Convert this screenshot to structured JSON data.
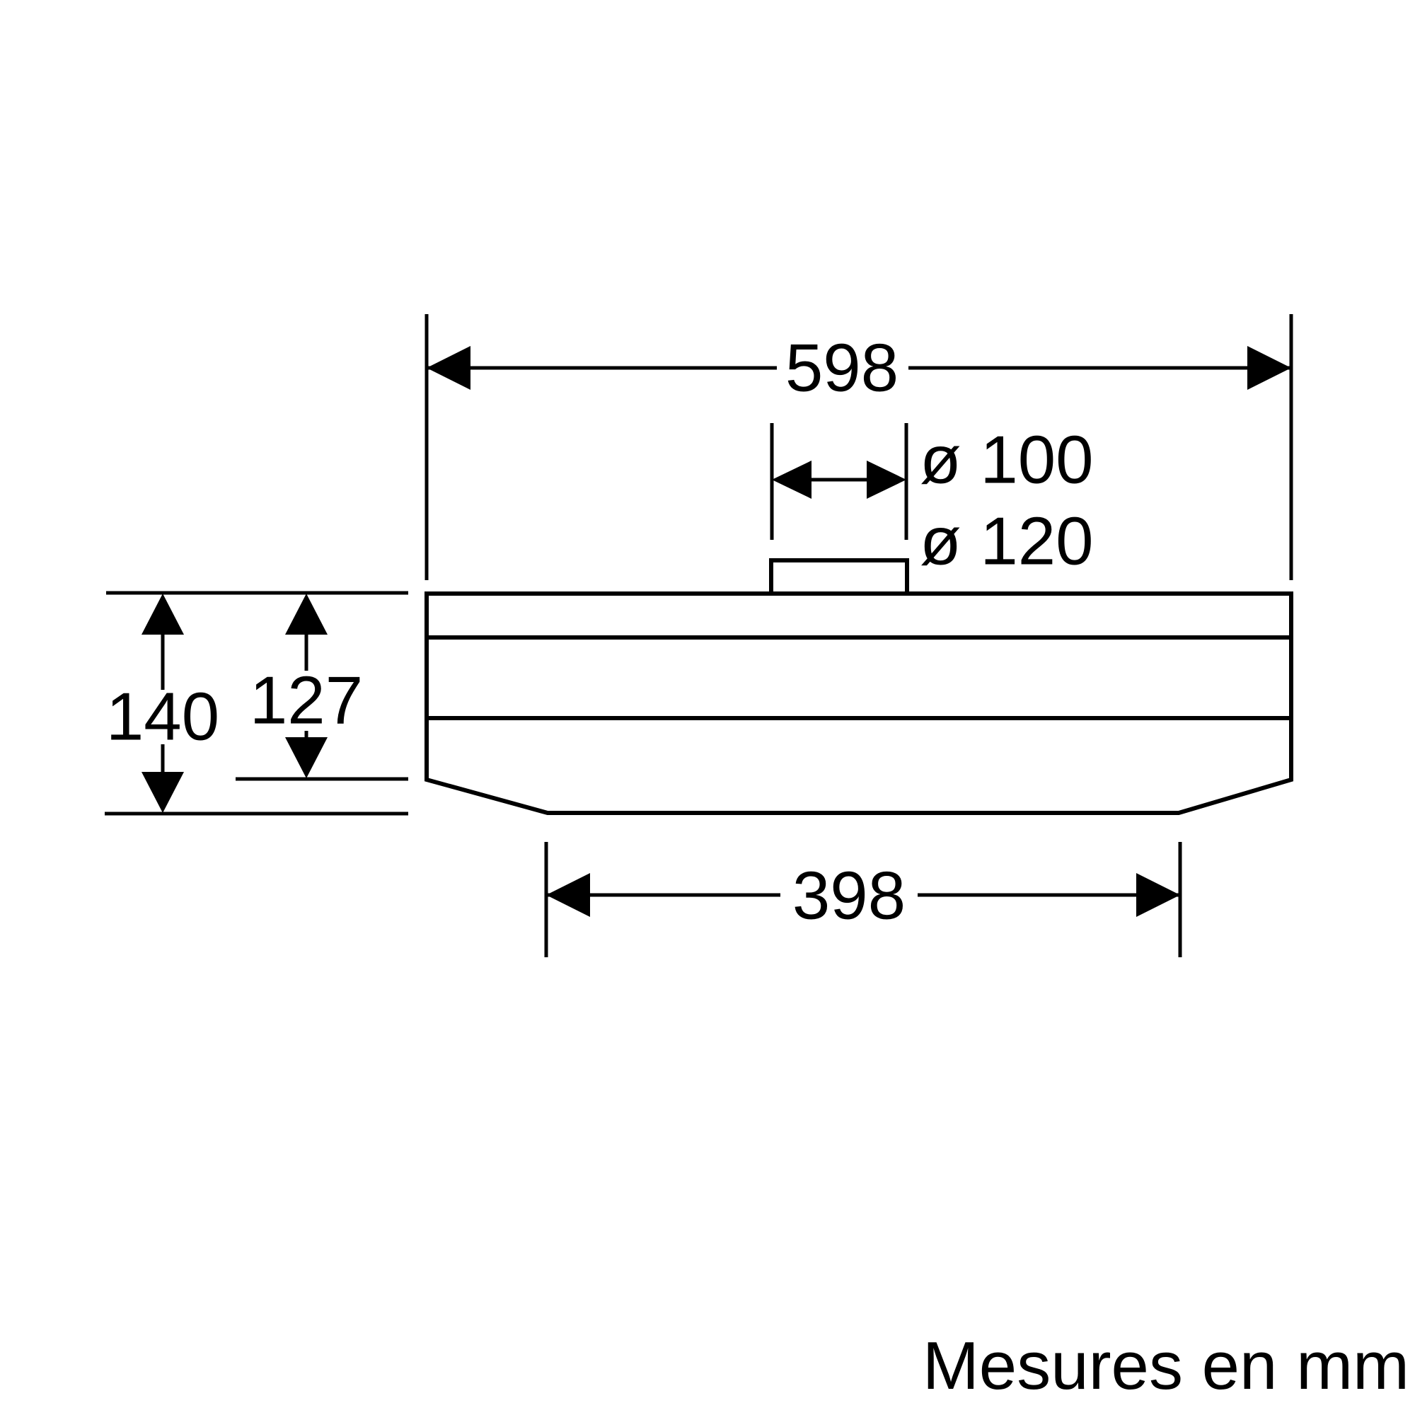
{
  "drawing": {
    "title_note": "Mesures en mm",
    "unit": "mm",
    "labels": {
      "top_width": "598",
      "duct_small": "ø 100",
      "duct_large": "ø 120",
      "total_height": "140",
      "body_height": "127",
      "bottom_width": "398"
    },
    "dimensions_mm": {
      "top_width": 598,
      "duct_diameters": [
        100,
        120
      ],
      "total_height": 140,
      "body_height": 127,
      "bottom_width": 398
    },
    "colors": {
      "line": "#000000",
      "background": "#ffffff"
    }
  }
}
